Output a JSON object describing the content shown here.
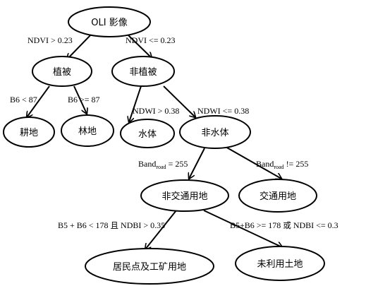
{
  "diagram": {
    "nodes": {
      "root": "OLI 影像",
      "veg": "植被",
      "nonveg": "非植被",
      "farmland": "耕地",
      "forest": "林地",
      "water": "水体",
      "nonwater": "非水体",
      "nontransport": "非交通用地",
      "transport": "交通用地",
      "residential": "居民点及工矿用地",
      "unused": "未利用土地"
    },
    "edges": {
      "root_veg": "NDVI > 0.23",
      "root_nonveg": "NDVI <= 0.23",
      "veg_farmland": "B6 < 87",
      "veg_forest": "B6 >= 87",
      "nonveg_water": "NDWI > 0.38",
      "nonveg_nonwater": "NDWI <= 0.38",
      "nonwater_nontransport": {
        "prefix": "Band",
        "subscript": "road",
        "suffix": " = 255"
      },
      "nonwater_transport": {
        "prefix": "Band",
        "subscript": "road",
        "suffix": " != 255"
      },
      "nontransport_residential": {
        "part1": "B5 + B6 < 178 ",
        "connector": "且",
        "part2": " NDBI > 0.35"
      },
      "nontransport_unused": {
        "part1": "B5+B6 >= 178 ",
        "connector": "或",
        "part2": " NDBI <= 0.3"
      }
    }
  }
}
